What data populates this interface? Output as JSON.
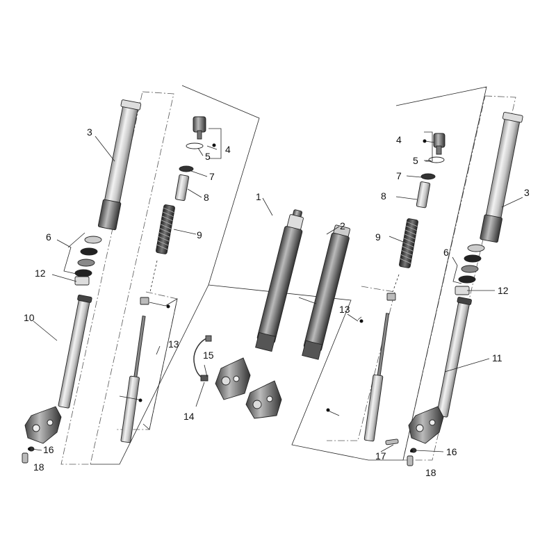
{
  "diagram": {
    "callouts": {
      "c1": "1",
      "c2": "2",
      "c3_left": "3",
      "c3_right": "3",
      "c4_left": "4",
      "c4_right": "4",
      "c5_left": "5",
      "c5_right": "5",
      "c6_left": "6",
      "c6_right": "6",
      "c7_left": "7",
      "c7_right": "7",
      "c8_left": "8",
      "c8_right": "8",
      "c9_left": "9",
      "c9_right": "9",
      "c10": "10",
      "c11": "11",
      "c12_left": "12",
      "c12_right": "12",
      "c13_left": "13",
      "c13_center": "13",
      "c14": "14",
      "c15": "15",
      "c16_left": "16",
      "c16_right": "16",
      "c17": "17",
      "c18_left": "18",
      "c18_right": "18"
    }
  }
}
